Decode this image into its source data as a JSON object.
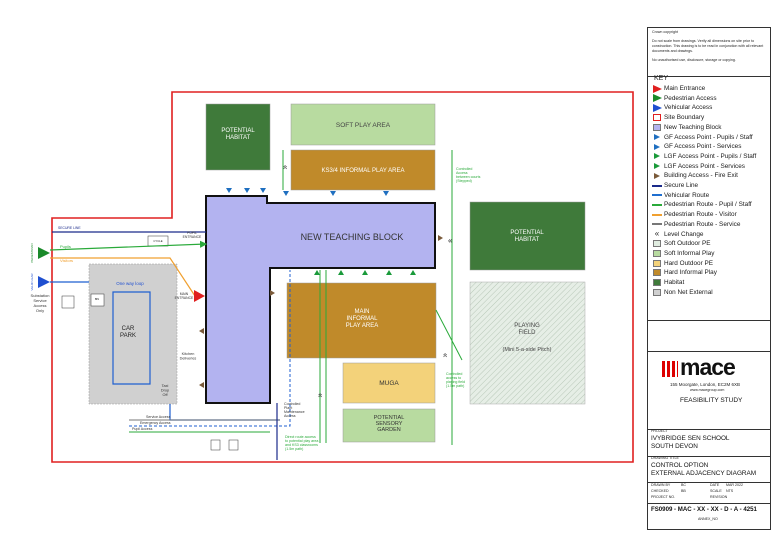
{
  "diagram": {
    "zones": {
      "potential_habitat_top": "POTENTIAL\nHABITAT",
      "soft_play_area": "SOFT PLAY AREA",
      "ks34_play_area": "KS3/4 INFORMAL PLAY AREA",
      "new_teaching_block": "NEW TEACHING BLOCK",
      "potential_habitat_right": "POTENTIAL\nHABITAT",
      "main_informal_play": "MAIN\nINFORMAL\nPLAY AREA",
      "playing_field": "PLAYING\nFIELD",
      "playing_field_sub": "(Mini 5-a-side Pitch)",
      "muga": "MUGA",
      "potential_sensory_garden": "POTENTIAL\nSENSORY\nGARDEN",
      "car_park": "CAR\nPARK"
    },
    "annotations": {
      "secure_line": "SECURE LINE",
      "pupils": "Pupils",
      "visitors": "Visitors",
      "pedestrian": "PEDESTRIAN",
      "vehicular": "VEHICULAR",
      "substation": "Substation\nService\nAccess\nOnly",
      "one_way_loop": "One way loop",
      "cycle_storage": "CYCLE\nSTORE",
      "bin_store": "BIN\nSTORE",
      "main_entrance": "MAIN\nENTRANCE",
      "pupil_entrance": "PUPIL\nENTRANCE",
      "kitchen_deliveries": "Kitchen\nDeliveries",
      "taxi_drop_off": "Taxi\nDrop\nOff",
      "service_access": "Service Access",
      "emergency_access": "Emergency Access",
      "pupil_access": "Pupil Access",
      "controlled_access_courts": "Controlled\nAccess\nbetween courts\n(Stepped)",
      "controlled_access_field": "Controlled\naccess to\nplaying field\n(1.5m path)",
      "controlled_plant": "Controlled\nPlant\nMaintenance\nAccess",
      "direct_route": "Direct route access\nto potential play area\nand KS3 classrooms\n(1.5m path)"
    }
  },
  "title_block": {
    "copyright": "Crown copyright",
    "notes": "Do not scale from drawings. Verify all dimensions on site prior to construction. This drawing is to be read in conjunction with all relevant documents and drawings.",
    "notes2": "No unauthorised use, disclosure, storage or copying.",
    "key_title": "KEY",
    "key": [
      {
        "label": "Main Entrance",
        "symbol": "red-arrow-icon",
        "color": "#e02020"
      },
      {
        "label": "Pedestrian Access",
        "symbol": "green-arrow-icon",
        "color": "#1a8a2a"
      },
      {
        "label": "Vehicular Access",
        "symbol": "blue-arrow-icon",
        "color": "#1f4fd0"
      },
      {
        "label": "Site Boundary",
        "symbol": "red-box-icon",
        "color": "#e02020"
      },
      {
        "label": "New Teaching Block",
        "symbol": "lilac-box-icon",
        "color": "#b3b3f0"
      },
      {
        "label": "GF Access Point - Pupils / Staff",
        "symbol": "blue-triangle-icon",
        "color": "#1f6fc0"
      },
      {
        "label": "GF Access Point - Services",
        "symbol": "blue-triangle-icon",
        "color": "#1f6fc0"
      },
      {
        "label": "LGF Access Point - Pupils / Staff",
        "symbol": "green-triangle-icon",
        "color": "#1a9a3a"
      },
      {
        "label": "LGF Access Point - Services",
        "symbol": "green-triangle-icon",
        "color": "#1a9a3a"
      },
      {
        "label": "Building Access - Fire Exit",
        "symbol": "brown-triangle-icon",
        "color": "#7a5a3a"
      },
      {
        "label": "Secure Line",
        "symbol": "navy-line-icon",
        "color": "#1a2a8a"
      },
      {
        "label": "Vehicular Route",
        "symbol": "blue-line-icon",
        "color": "#1f6fd0"
      },
      {
        "label": "Pedestrian Route - Pupil / Staff",
        "symbol": "green-line-icon",
        "color": "#2aaa3a"
      },
      {
        "label": "Pedestrian Route - Visitor",
        "symbol": "orange-line-icon",
        "color": "#f0a030"
      },
      {
        "label": "Pedestrian Route - Service",
        "symbol": "gray-line-icon",
        "color": "#777777"
      },
      {
        "label": "Level Change",
        "symbol": "chevron-icon",
        "color": "#222222"
      },
      {
        "label": "Soft Outdoor PE",
        "symbol": "hatched-box-icon",
        "color": "#e0ece0"
      },
      {
        "label": "Soft Informal Play",
        "symbol": "lightgreen-box-icon",
        "color": "#b8dba0"
      },
      {
        "label": "Hard Outdoor PE",
        "symbol": "yellow-box-icon",
        "color": "#f3d27a"
      },
      {
        "label": "Hard Informal Play",
        "symbol": "ochre-box-icon",
        "color": "#c08a2a"
      },
      {
        "label": "Habitat",
        "symbol": "darkgreen-box-icon",
        "color": "#3f7a3a"
      },
      {
        "label": "Non Net External",
        "symbol": "gray-box-icon",
        "color": "#d0d0d0"
      }
    ],
    "company": "mace",
    "address": "155 Moorgate, London, EC2M 6XB",
    "website": "www.macegroup.com",
    "stage": "FEASIBILITY STUDY",
    "project_label": "PROJECT",
    "project": "IVYBRIDGE SEN SCHOOL",
    "location": "SOUTH DEVON",
    "drawing_label": "DRAWING TITLE",
    "drawing_title1": "CONTROL OPTION",
    "drawing_title2": "EXTERNAL ADJACENCY DIAGRAM",
    "drawn_by_label": "DRAWN BY",
    "drawn_by": "BC",
    "date_label": "DATE",
    "date": "MAR 2022",
    "checked_label": "CHECKED",
    "checked": "BB",
    "scale_label": "SCALE",
    "scale": "NTS",
    "project_no_label": "PROJECT NO.",
    "revision_label": "REVISION",
    "drawing_number": "FS0909 - MAC - XX - XX - D - A - 4251",
    "sheet": "ANNEX_NO"
  }
}
